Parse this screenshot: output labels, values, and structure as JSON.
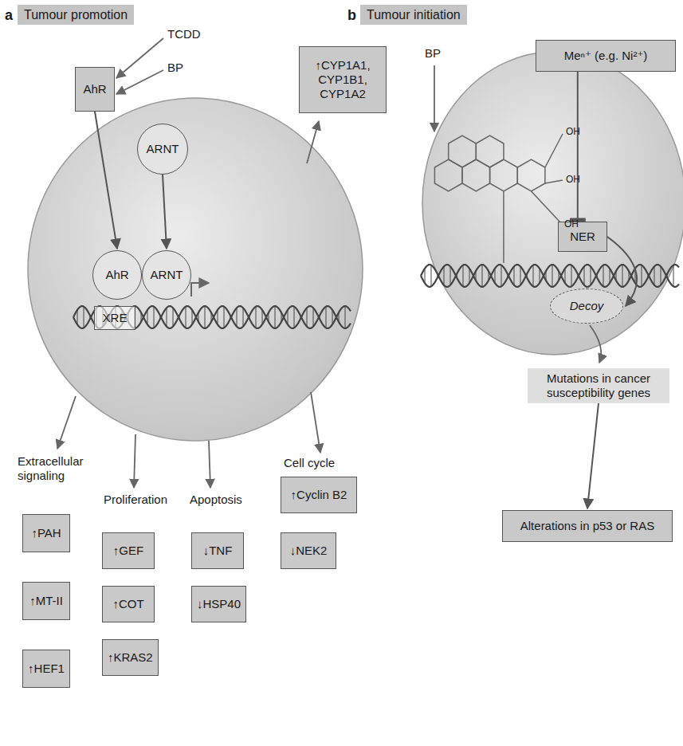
{
  "diagram": {
    "nodes": [
      {
        "text": [
          "Tumour promotion"
        ]
      },
      {
        "text": [
          "Tumour initiation"
        ]
      },
      {
        "text": [
          "AhR"
        ]
      },
      {
        "text": [
          "ARNT"
        ]
      },
      {
        "text": [
          "AhR"
        ]
      },
      {
        "text": [
          "ARNT"
        ]
      },
      {
        "text": [
          "XRE"
        ]
      },
      {
        "text": [
          "↑CYP1A1, CYP1B1, CYP1A2"
        ]
      },
      {
        "text": [
          "↑PAH"
        ]
      },
      {
        "text": [
          "↑MT-II"
        ]
      },
      {
        "text": [
          "↑HEF1"
        ]
      },
      {
        "text": [
          "↑GEF"
        ]
      },
      {
        "text": [
          "↑COT"
        ]
      },
      {
        "text": [
          "↑KRAS2"
        ]
      },
      {
        "text": [
          "↓TNF"
        ]
      },
      {
        "text": [
          "↓HSP40"
        ]
      },
      {
        "text": [
          "↑Cyclin B2"
        ]
      },
      {
        "text": [
          "↓NEK2"
        ]
      },
      {
        "text": [
          "Meⁿ⁺ (e.g. Ni²⁺)"
        ]
      },
      {
        "text": [
          "NER"
        ]
      },
      {
        "text": [
          "Decoy"
        ]
      },
      {
        "text": [
          "Mutations in cancer susceptibility genes"
        ]
      },
      {
        "text": [
          "Alterations in p53 or RAS"
        ]
      }
    ],
    "edges": [
      {
        "from": 2,
        "to": 4,
        "arrow": "to"
      },
      {
        "from": 3,
        "to": 5,
        "arrow": "to"
      },
      {
        "from": 18,
        "to": 19,
        "arrow": "to"
      },
      {
        "from": 19,
        "to": 20,
        "arrow": "to"
      },
      {
        "from": 21,
        "to": 22,
        "arrow": "to"
      }
    ],
    "labels": [
      "a",
      "TCDD",
      "BP",
      "Extracellular signaling",
      "Proliferation",
      "Apoptosis",
      "Cell cycle",
      "b",
      "BP",
      "OH",
      "OH",
      "OH"
    ]
  }
}
